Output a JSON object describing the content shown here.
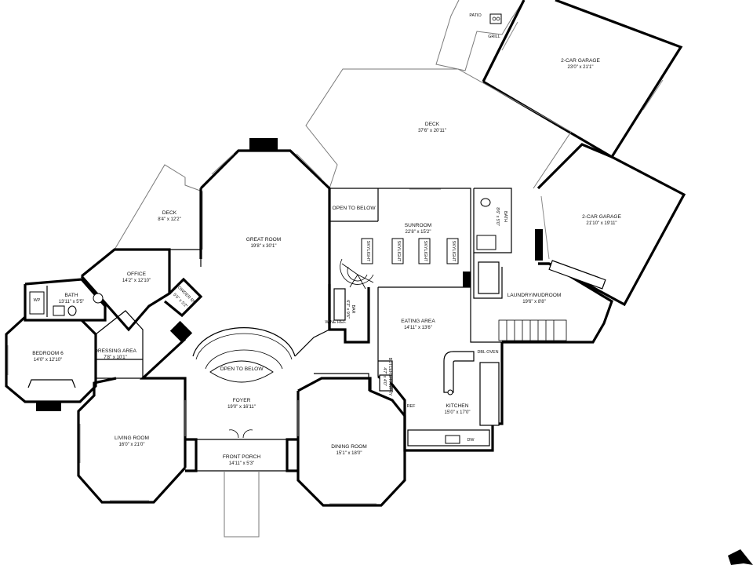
{
  "rooms": {
    "patio": {
      "name": "PATIO"
    },
    "grill": {
      "name": "GRILL"
    },
    "garage1": {
      "name": "2-CAR GARAGE",
      "dims": "23'0\" x 21'1\""
    },
    "deck_main": {
      "name": "DECK",
      "dims": "37'6\" x 20'11\""
    },
    "garage2": {
      "name": "2-CAR GARAGE",
      "dims": "21'10\" x 19'11\""
    },
    "deck_small": {
      "name": "DECK",
      "dims": "8'4\" x 12'2\""
    },
    "great_room": {
      "name": "GREAT ROOM",
      "dims": "19'8\" x 30'1\""
    },
    "open_below_1": {
      "name": "OPEN TO BELOW"
    },
    "sunroom": {
      "name": "SUNROOM",
      "dims": "22'8\" x 15'2\""
    },
    "bath_garage": {
      "name": "BATH",
      "dims": "8'6\" x 5'0\""
    },
    "office": {
      "name": "OFFICE",
      "dims": "14'2\" x 12'10\""
    },
    "powder": {
      "name": "POWDER RM",
      "dims": "5'5\" x 5'2\""
    },
    "bath6": {
      "name": "BATH",
      "dims": "13'11\" x 5'5\""
    },
    "wp": {
      "name": "WP"
    },
    "bar": {
      "name": "BAR",
      "dims": "6'3\" x 9'6\""
    },
    "wine_ref": {
      "name": "WINE REF."
    },
    "laundry": {
      "name": "LAUNDRY/MUDROOM",
      "dims": "19'6\" x 8'8\""
    },
    "eating": {
      "name": "EATING AREA",
      "dims": "14'11\" x 13'6\""
    },
    "bedroom6": {
      "name": "BEDROOM 6",
      "dims": "14'0\" x 12'10\""
    },
    "dressing": {
      "name": "DRESSING AREA",
      "dims": "7'8\" x 10'1\""
    },
    "open_below_2": {
      "name": "OPEN TO BELOW"
    },
    "dbl_oven": {
      "name": "DBL OVEN"
    },
    "butlers": {
      "name": "BUTLER'S PANTRY",
      "dims": "4'7\" x 4'0\""
    },
    "foyer": {
      "name": "FOYER",
      "dims": "19'0\" x 16'11\""
    },
    "kitchen": {
      "name": "KITCHEN",
      "dims": "15'0\" x 17'0\""
    },
    "living": {
      "name": "LIVING ROOM",
      "dims": "16'0\" x 21'0\""
    },
    "dining": {
      "name": "DINING ROOM",
      "dims": "15'1\" x 18'0\""
    },
    "front_porch": {
      "name": "FRONT PORCH",
      "dims": "14'11\" x 5'3\""
    }
  },
  "sunroom_skylights": [
    "SKYLIGHT",
    "SKYLIGHT",
    "SKYLIGHT",
    "SKYLIGHT"
  ],
  "appliance_labels": {
    "refrigerator": "REF",
    "dishwasher": "DW"
  },
  "icons": {
    "corner_marker": "black-arrow-marker-icon"
  }
}
